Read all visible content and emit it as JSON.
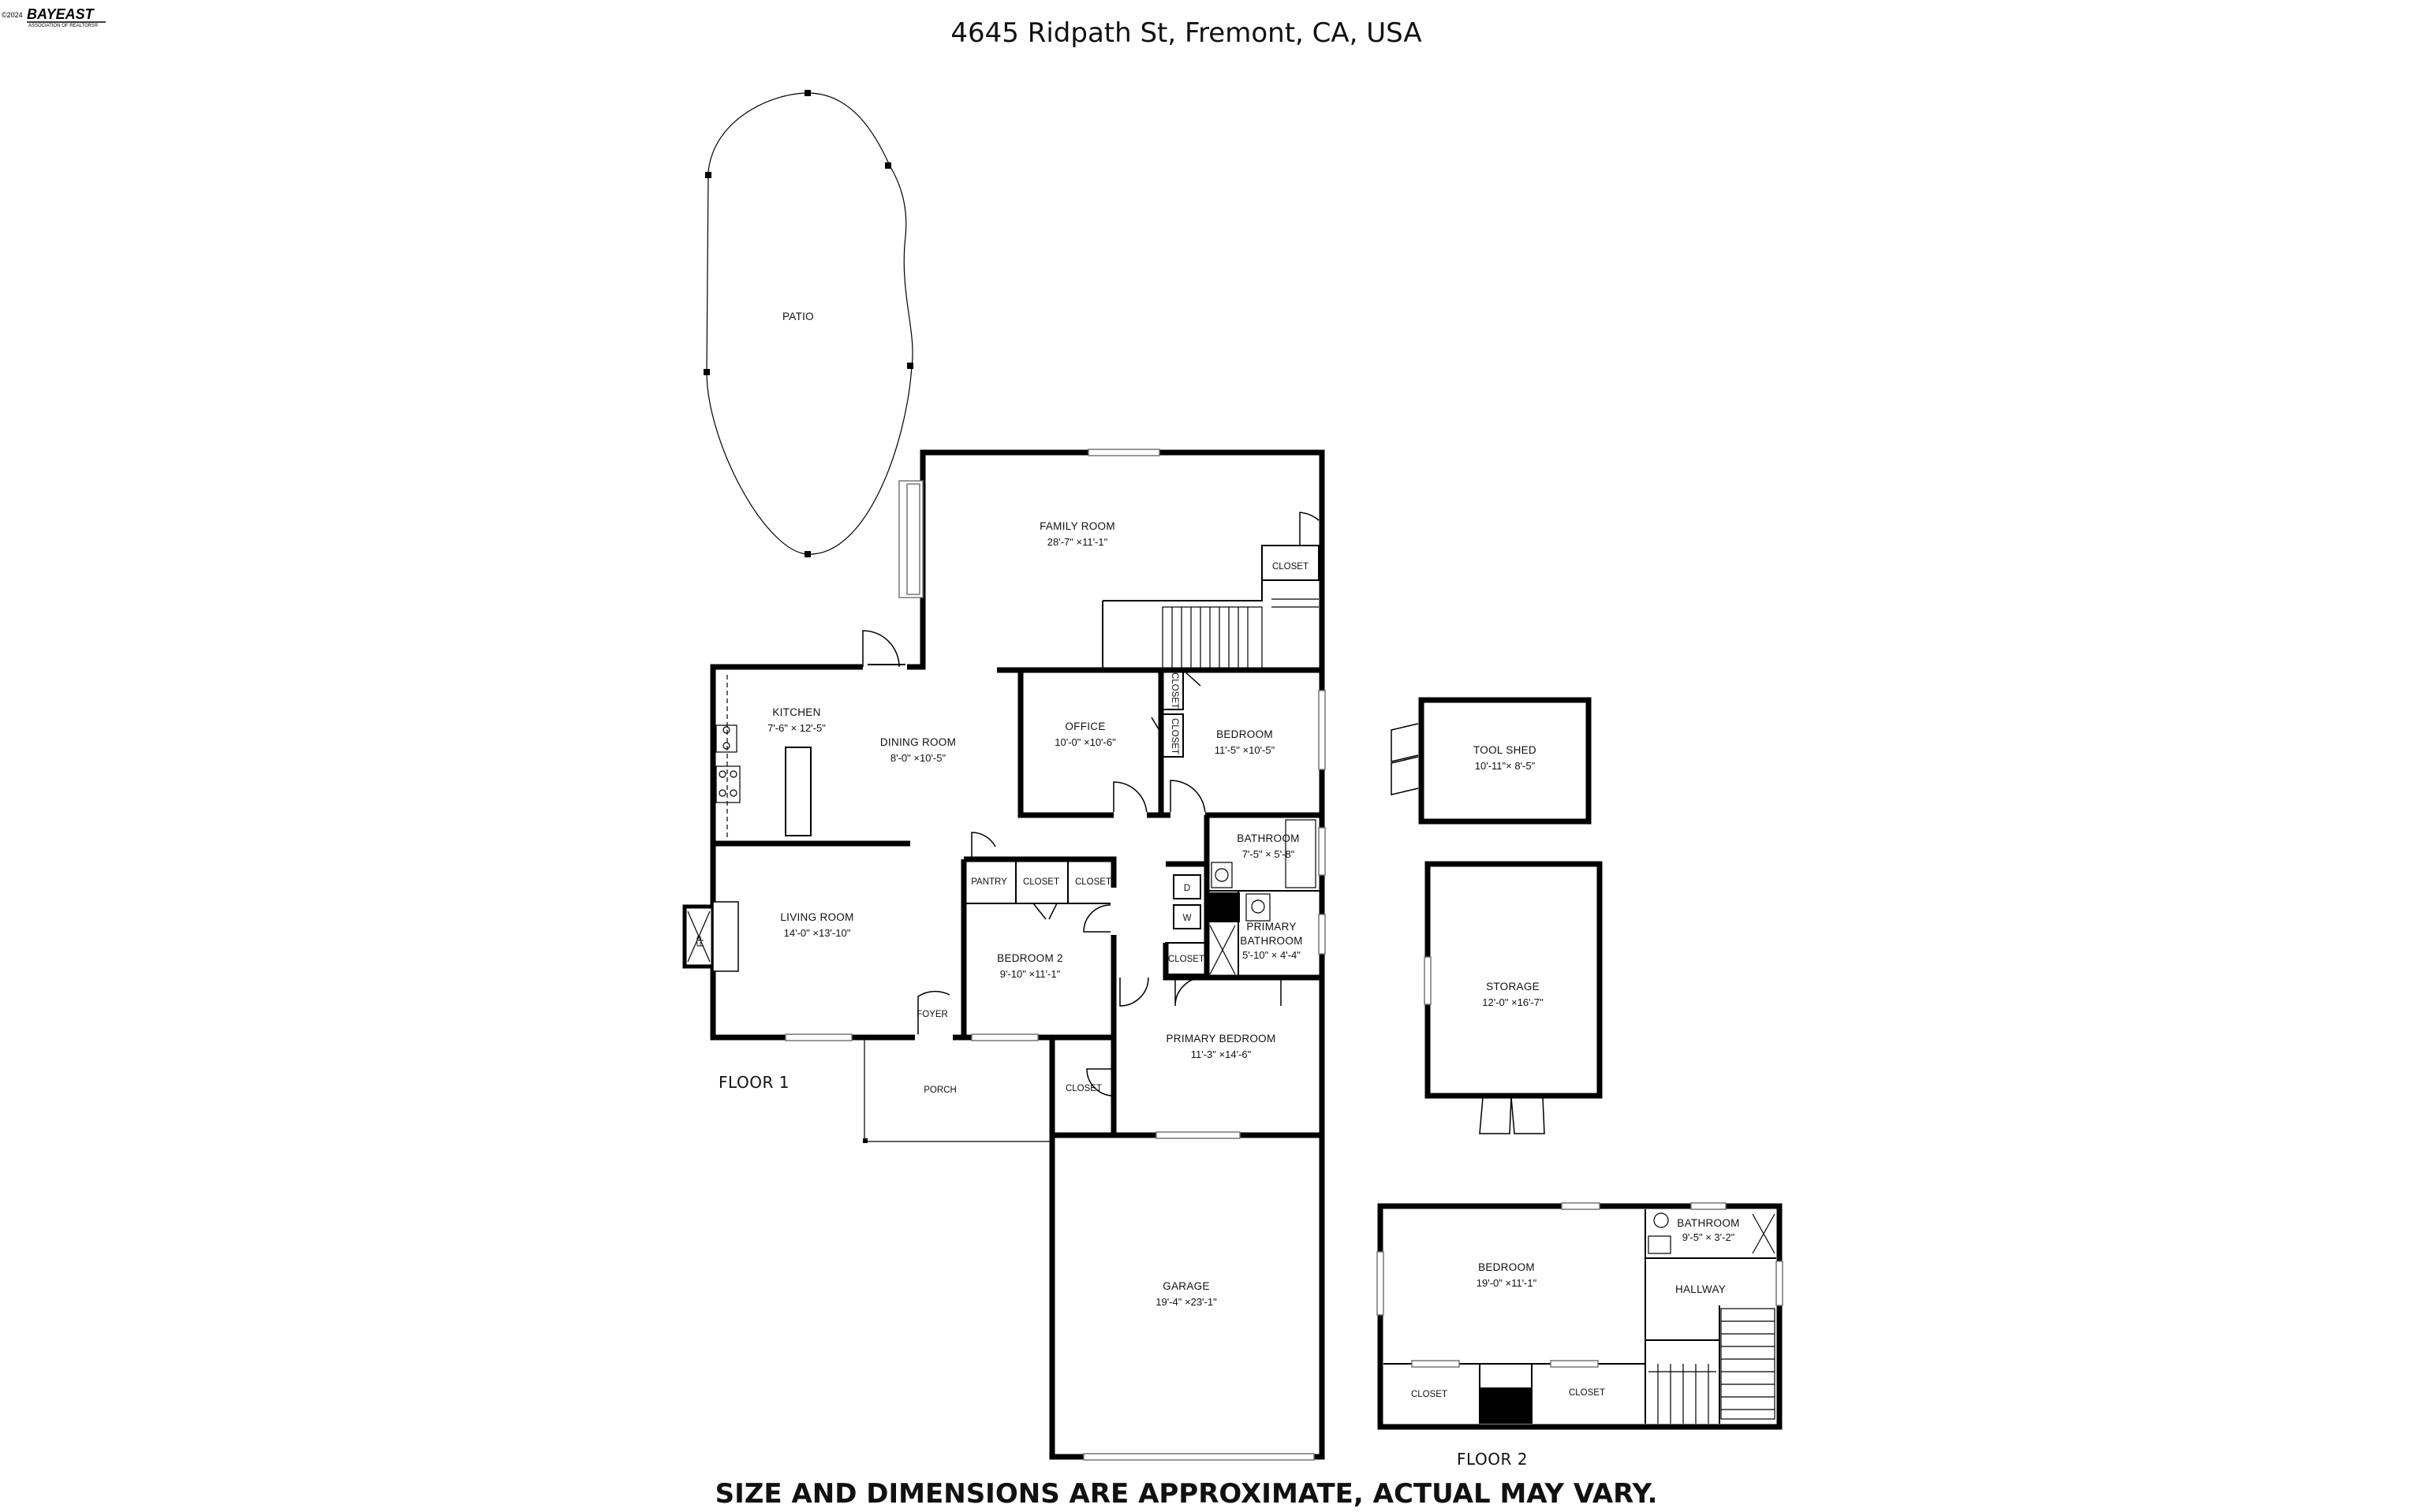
{
  "header": {
    "title": "4645 Ridpath St, Fremont, CA, USA",
    "logo_text": "BAYEAST",
    "logo_prefix": "©2024",
    "logo_subtext": "ASSOCIATION OF REALTORS®"
  },
  "floors": {
    "floor1_label": "FLOOR 1",
    "floor2_label": "FLOOR 2"
  },
  "rooms": {
    "patio": {
      "name": "PATIO"
    },
    "family_room": {
      "name": "FAMILY ROOM",
      "dims": "28'-7\" ×11'-1\""
    },
    "closet_family": {
      "name": "CLOSET"
    },
    "kitchen": {
      "name": "KITCHEN",
      "dims": "7'-6\" × 12'-5\""
    },
    "dining_room": {
      "name": "DINING ROOM",
      "dims": "8'-0\" ×10'-5\""
    },
    "office": {
      "name": "OFFICE",
      "dims": "10'-0\" ×10'-6\""
    },
    "closet_office_1": {
      "name": "CLOSET"
    },
    "closet_office_2": {
      "name": "CLOSET"
    },
    "bedroom": {
      "name": "BEDROOM",
      "dims": "11'-5\" ×10'-5\""
    },
    "tool_shed": {
      "name": "TOOL SHED",
      "dims": "10'-11\"× 8'-5\""
    },
    "bathroom": {
      "name": "BATHROOM",
      "dims": "7'-5\" × 5'-8\""
    },
    "pantry": {
      "name": "PANTRY"
    },
    "closet_hall_1": {
      "name": "CLOSET"
    },
    "closet_hall_2": {
      "name": "CLOSET"
    },
    "living_room": {
      "name": "LIVING ROOM",
      "dims": "14'-0\" ×13'-10\""
    },
    "fireplace": {
      "name": "FP"
    },
    "bedroom_2": {
      "name": "BEDROOM 2",
      "dims": "9'-10\" ×11'-1\""
    },
    "washer": {
      "name": "W"
    },
    "dryer": {
      "name": "D"
    },
    "primary_bathroom": {
      "name_line1": "PRIMARY",
      "name_line2": "BATHROOM",
      "dims": "5'-10\" × 4'-4\""
    },
    "closet_primary_bath": {
      "name": "CLOSET"
    },
    "storage": {
      "name": "STORAGE",
      "dims": "12'-0\" ×16'-7\""
    },
    "foyer": {
      "name": "FOYER"
    },
    "primary_bedroom": {
      "name": "PRIMARY BEDROOM",
      "dims": "11'-3\" ×14'-6\""
    },
    "porch": {
      "name": "PORCH"
    },
    "closet_garage": {
      "name": "CLOSET"
    },
    "garage": {
      "name": "GARAGE",
      "dims": "19'-4\" ×23'-1\""
    },
    "bedroom_up": {
      "name": "BEDROOM",
      "dims": "19'-0\" ×11'-1\""
    },
    "bathroom_up": {
      "name": "BATHROOM",
      "dims": "9'-5\" × 3'-2\""
    },
    "hallway": {
      "name": "HALLWAY"
    },
    "closet_up_1": {
      "name": "CLOSET"
    },
    "closet_up_2": {
      "name": "CLOSET"
    }
  },
  "footer": {
    "disclaimer": "SIZE AND DIMENSIONS ARE APPROXIMATE, ACTUAL MAY VARY."
  }
}
